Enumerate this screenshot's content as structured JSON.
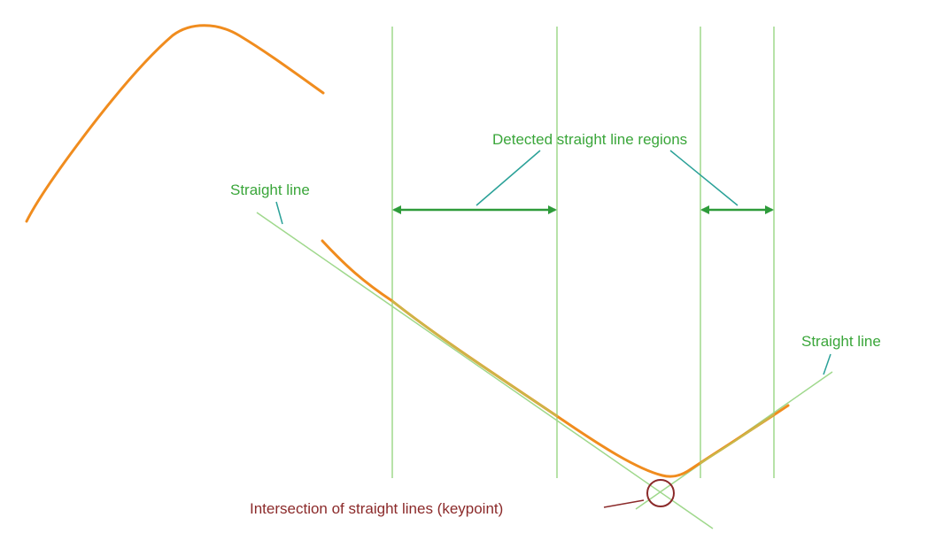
{
  "labels": {
    "detected_regions": "Detected straight line regions",
    "straight_line_left": "Straight line",
    "straight_line_right": "Straight line",
    "intersection": "Intersection of straight lines (keypoint)"
  },
  "colors": {
    "profile_curve": "#f08c1e",
    "fit_segment": "#c9b84a",
    "guide_line": "#9fd88c",
    "arrow": "#2e9b3a",
    "label_green": "#3aa63a",
    "label_red": "#8b2a2a",
    "keypoint_circle": "#8b2a2a"
  }
}
